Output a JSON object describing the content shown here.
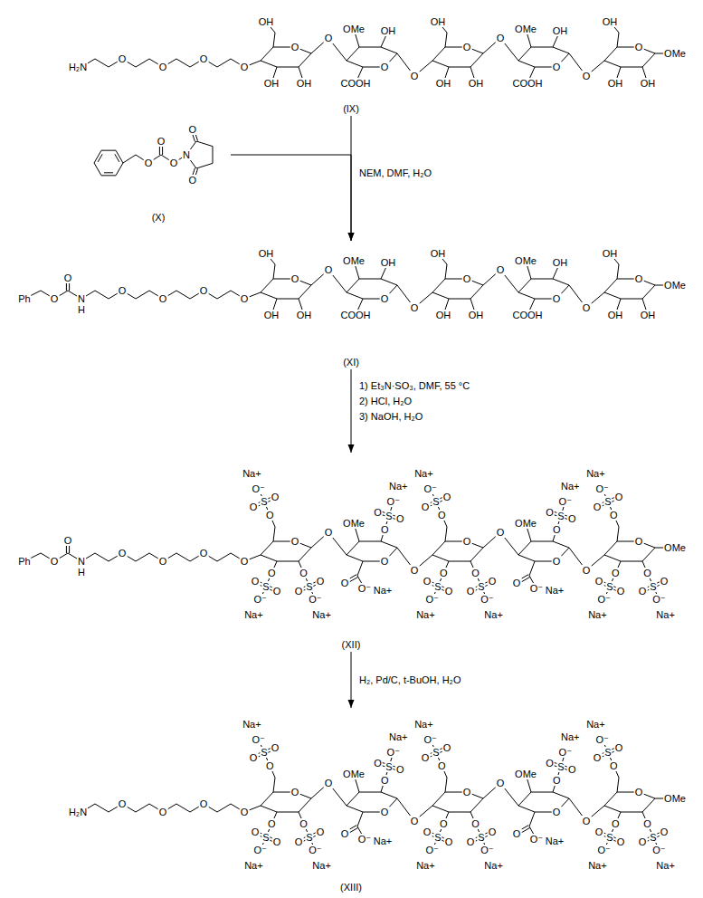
{
  "diagram": {
    "nodes": [
      {
        "text": [
          "(IX)"
        ]
      },
      {
        "text": [
          "(X)"
        ]
      },
      {
        "text": [
          "(XI)"
        ]
      },
      {
        "text": [
          "(XII)"
        ]
      },
      {
        "text": [
          "(XIII)"
        ]
      }
    ],
    "edges": [
      {
        "from": 0,
        "to": 2,
        "arrow": "to",
        "label": "NEM, DMF, H₂O"
      },
      {
        "from": 1,
        "to": 2,
        "arrow": "to"
      },
      {
        "from": 2,
        "to": 3,
        "arrow": "to",
        "label": "1) Et₃N·SO₃, DMF, 55 °C"
      },
      {
        "from": 3,
        "to": 4,
        "arrow": "to",
        "label": "H₂, Pd/C, t-BuOH, H₂O"
      }
    ],
    "labels": [
      "H₂N",
      "O",
      "O",
      "O",
      "O",
      "O",
      "OH",
      "OH",
      "OH",
      "O",
      "O",
      "OMe",
      "OH",
      "COOH",
      "O",
      "O",
      "OH",
      "OH",
      "OH",
      "O",
      "O",
      "OMe",
      "OH",
      "COOH",
      "O",
      "O",
      "OH",
      "OH",
      "OH",
      "OMe",
      "O",
      "O",
      "O",
      "N",
      "O",
      "O",
      "Ph",
      "O",
      "O",
      "N",
      "H",
      "O",
      "O",
      "O",
      "O",
      "O",
      "OH",
      "OH",
      "OH",
      "O",
      "O",
      "OMe",
      "OH",
      "COOH",
      "O",
      "O",
      "OH",
      "OH",
      "OH",
      "O",
      "O",
      "OMe",
      "OH",
      "COOH",
      "O",
      "O",
      "OH",
      "OH",
      "OH",
      "OMe",
      "2) HCl, H₂O",
      "3) NaOH, H₂O",
      "Ph",
      "O",
      "O",
      "N",
      "H",
      "O",
      "O",
      "O",
      "O",
      "O",
      "O",
      "S",
      "O",
      "O",
      "O⁻",
      "Na+",
      "O",
      "S",
      "O",
      "O",
      "O⁻",
      "Na+",
      "O",
      "S",
      "O",
      "O",
      "O⁻",
      "Na+",
      "O",
      "O",
      "OMe",
      "O",
      "S",
      "O",
      "O",
      "O⁻",
      "Na+",
      "O",
      "O⁻",
      "Na+",
      "O",
      "O",
      "O",
      "S",
      "O",
      "O",
      "O⁻",
      "Na+",
      "O",
      "S",
      "O",
      "O",
      "O⁻",
      "Na+",
      "O",
      "S",
      "O",
      "O",
      "O⁻",
      "Na+",
      "O",
      "O",
      "OMe",
      "O",
      "S",
      "O",
      "O",
      "O⁻",
      "Na+",
      "O",
      "O⁻",
      "Na+",
      "O",
      "O",
      "O",
      "S",
      "O",
      "O",
      "O⁻",
      "Na+",
      "O",
      "S",
      "O",
      "O",
      "O⁻",
      "Na+",
      "O",
      "S",
      "O",
      "O",
      "O⁻",
      "Na+",
      "OMe",
      "H₂N",
      "O",
      "O",
      "O",
      "O",
      "O",
      "O",
      "S",
      "O",
      "O",
      "O⁻",
      "Na+",
      "O",
      "S",
      "O",
      "O",
      "O⁻",
      "Na+",
      "O",
      "S",
      "O",
      "O",
      "O⁻",
      "Na+",
      "O",
      "O",
      "OMe",
      "O",
      "S",
      "O",
      "O",
      "O⁻",
      "Na+",
      "O",
      "O⁻",
      "Na+",
      "O",
      "O",
      "O",
      "S",
      "O",
      "O",
      "O⁻",
      "Na+",
      "O",
      "S",
      "O",
      "O",
      "O⁻",
      "Na+",
      "O",
      "S",
      "O",
      "O",
      "O⁻",
      "Na+",
      "O",
      "O",
      "OMe",
      "O",
      "S",
      "O",
      "O",
      "O⁻",
      "Na+",
      "O",
      "O⁻",
      "Na+",
      "O",
      "O",
      "O",
      "S",
      "O",
      "O",
      "O⁻",
      "Na+",
      "O",
      "S",
      "O",
      "O",
      "O⁻",
      "Na+",
      "O",
      "S",
      "O",
      "O",
      "O⁻",
      "Na+",
      "OMe"
    ]
  }
}
